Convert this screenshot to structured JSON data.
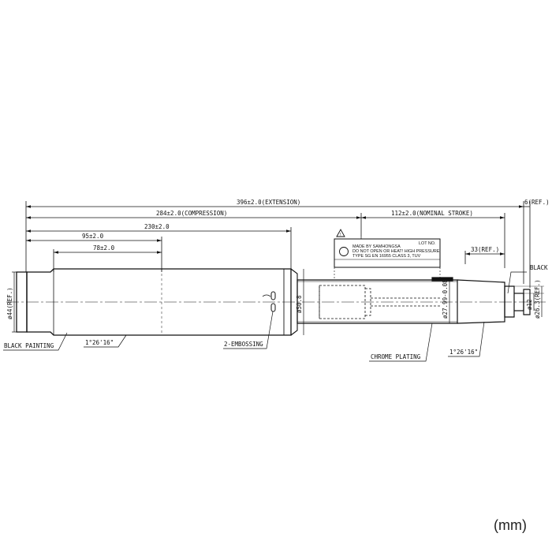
{
  "dimensions": {
    "extension": "396±2.0(EXTENSION)",
    "ref6": "6(REF.)",
    "compression": "284±2.0(COMPRESSION)",
    "nominal_stroke": "112±2.0(NOMINAL STROKE)",
    "d230": "230±2.0",
    "d95": "95±2.0",
    "d78": "78±2.0",
    "ref33": "33(REF.)",
    "dia44": "ø44(REF.)",
    "dia50": "ø50.8",
    "dia27": "ø27.99-0.08",
    "dia12": "ø12",
    "dia26": "ø26.3(REF.)"
  },
  "labels": {
    "black_painting": "BLACK PAINTING",
    "taper_left": "1°26'16\"",
    "embossing": "2-EMBOSSING",
    "chrome_plating": "CHROME PLATING",
    "taper_right": "1°26'16\"",
    "black_right": "BLACK"
  },
  "plate": {
    "lot_no": "LOT NO.",
    "line1": "MADE BY SAMHONGSA",
    "line2": "DO NOT OPEN OR HEAT! HIGH PRESSURE!",
    "line3": "TYPE SG EN 16955 CLASS 3, TUV",
    "warning_symbol": "!"
  },
  "unit": "(mm)"
}
